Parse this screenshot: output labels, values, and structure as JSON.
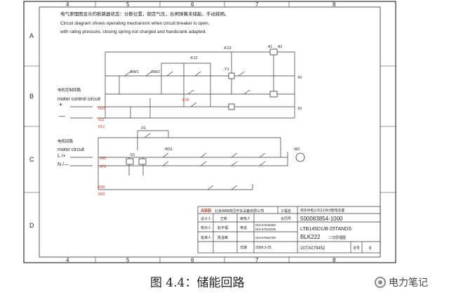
{
  "grid": {
    "cols_top": [
      "4",
      "5",
      "6",
      "7",
      "8"
    ],
    "cols_bottom": [
      "4",
      "5",
      "6",
      "7",
      "8"
    ],
    "rows": [
      "A",
      "B",
      "C",
      "D"
    ]
  },
  "notes": {
    "cn": "电气原理图显示的断路器状态：分断位置，额定气压，合闸弹簧未储能，手动摇柄。",
    "en1": "Circuit diagram shows operating mechanism when circuit breaker is open,",
    "en2": "with rating pressure, closing spring not charged and handcrank adapted."
  },
  "sections": {
    "control_cn": "电机控制回路",
    "control_en": "motor control circuit",
    "motor_cn": "电机回路",
    "motor_en": "motor circuit"
  },
  "polarity": {
    "plus": "+",
    "minus": "—",
    "l_plus": "L /+",
    "n_minus": "N /—"
  },
  "terminals": {
    "x0_1": "X0",
    "x0_2": "X0",
    "n_650": "650",
    "n_611": "611",
    "n_612": "612",
    "n_678": "678",
    "n_679": "679",
    "n_680": "680",
    "n_658": "658",
    "n_659": "659"
  },
  "components": {
    "k13": "-K13",
    "k12": "-K12",
    "bw1": "-BW1",
    "bw2": "-BW2",
    "f1": "-F1",
    "bs1": "-BS1",
    "m1": "-M1",
    "s1": "-S1",
    "a1": "A1",
    "a2": "A2",
    "y1": "-Y1"
  },
  "titleblock": {
    "brand": "ABB",
    "company": "北京ABB高压开关设备有限公司",
    "project_lbl": "工程名",
    "project_val": "南京供电公司110kV配电装置",
    "design_lbl": "设计人",
    "design_val": "王新",
    "review_lbl": "审核人",
    "contract_lbl": "合同号",
    "contract_val": "500083854-1000",
    "proofread_lbl": "校对人",
    "proofread_val": "赵平福",
    "approve_lbl": "批准人",
    "approve_val": "陈淦峰",
    "phone_lbl": "电话",
    "phone1": "010-67649350",
    "phone2": "010-67819236",
    "phone3": "010-67562750",
    "date_lbl": "日期",
    "date_val": "2008-3-25",
    "series": "LTB145D1/B-25TANDS",
    "code": "BLK222",
    "drawing_name": "二次原理图",
    "doc_no": "2GTA079452",
    "page_lbl": "页号",
    "page_val": "8"
  },
  "caption": "图 4.4：储能回路",
  "brand_footer": "电力笔记"
}
